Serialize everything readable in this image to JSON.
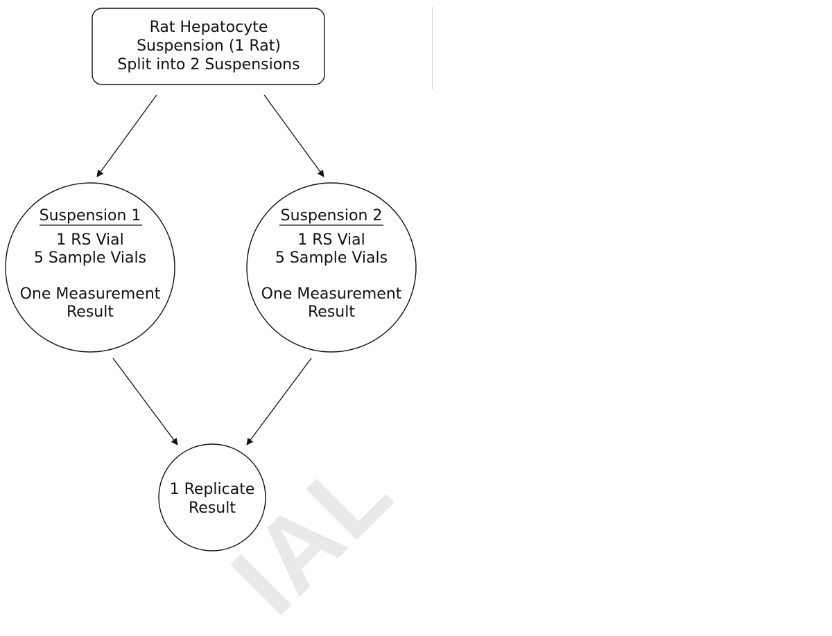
{
  "diagram": {
    "top": {
      "line1": "Rat Hepatocyte",
      "line2": "Suspension (1 Rat)",
      "line3": "Split into 2 Suspensions"
    },
    "suspensions": [
      {
        "title": "Suspension 1",
        "line1": "1 RS Vial",
        "line2": "5 Sample Vials",
        "line3": "One Measurement",
        "line4": "Result"
      },
      {
        "title": "Suspension 2",
        "line1": "1 RS Vial",
        "line2": "5 Sample Vials",
        "line3": "One Measurement",
        "line4": "Result"
      }
    ],
    "bottom": {
      "line1": "1 Replicate",
      "line2": "Result"
    }
  },
  "watermark": "IAL"
}
